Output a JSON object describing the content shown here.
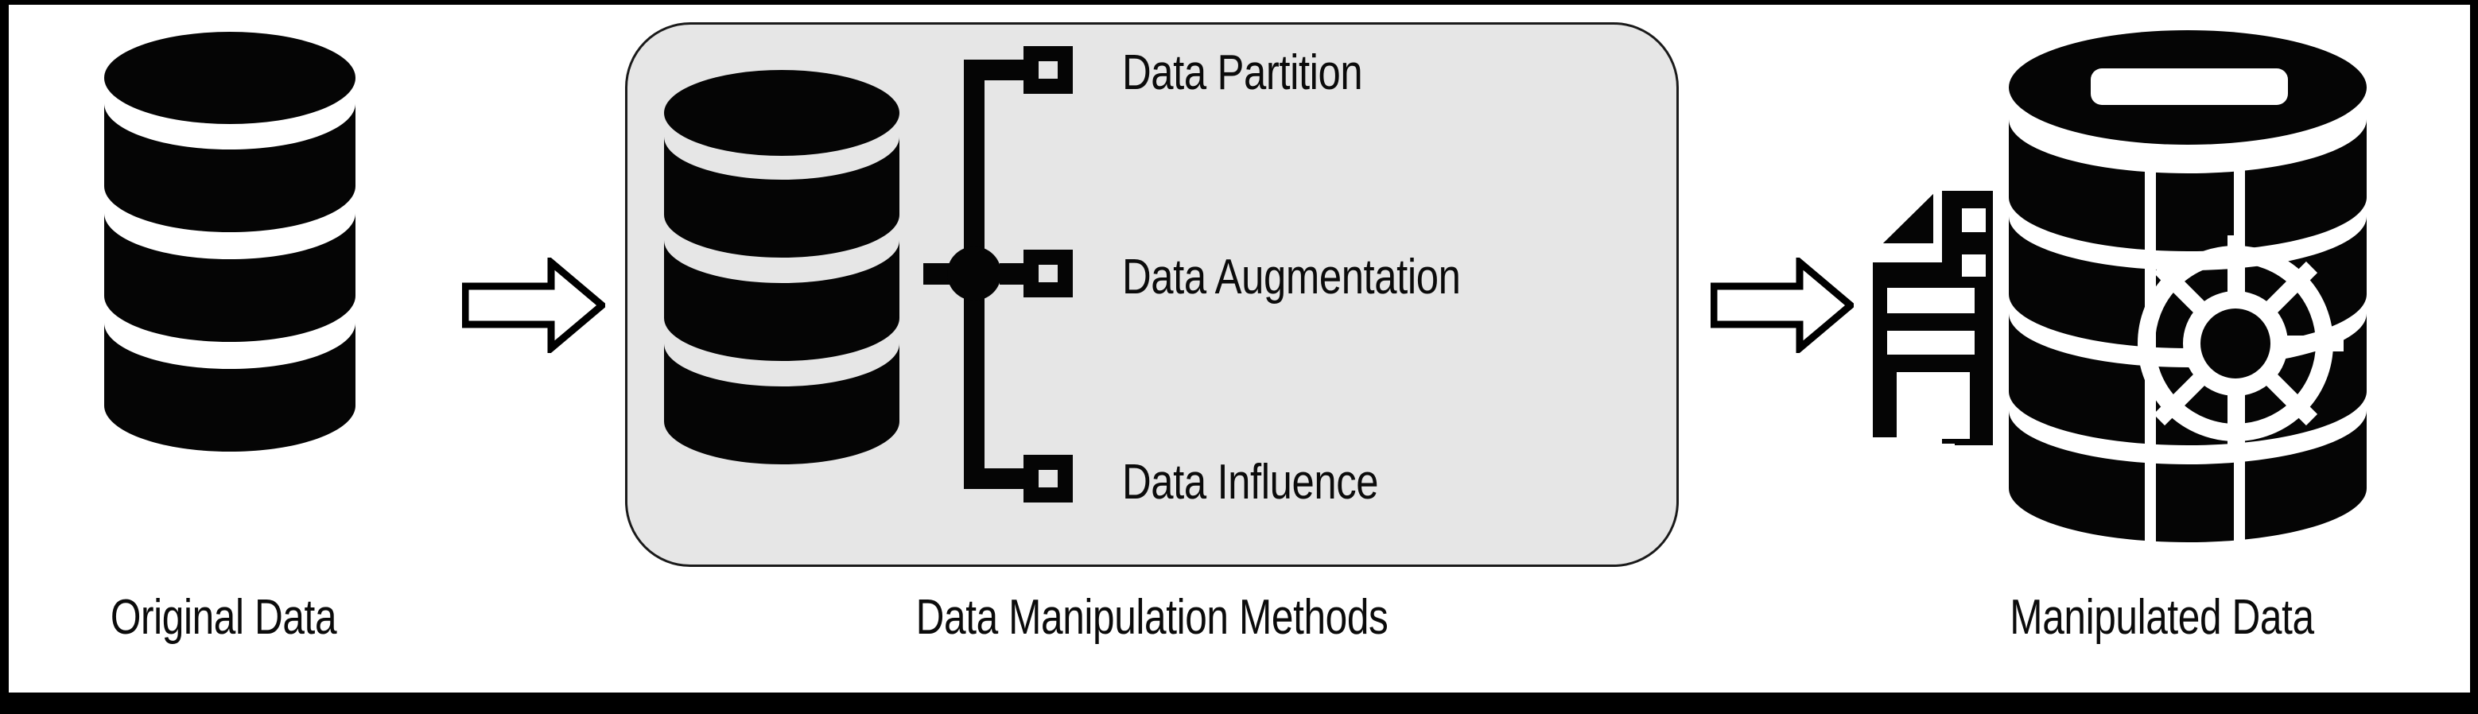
{
  "figure": {
    "type": "diagram",
    "description": "Data manipulation pipeline: original data is processed by data manipulation methods to produce manipulated data",
    "frame_border_color": "#000000",
    "background_color": "#ffffff"
  },
  "sections": [
    {
      "id": "original-data",
      "caption": "Original Data",
      "icon": "database-cylinder-icon"
    },
    {
      "id": "data-manipulation-methods",
      "caption": "Data Manipulation Methods",
      "icon": "database-cylinder-icon",
      "panel_fill": "#e6e6e6",
      "panel_border": "#1a1a1a",
      "branches": [
        {
          "id": "data-partition",
          "label": "Data Partition",
          "node_icon": "square-node-icon"
        },
        {
          "id": "data-augmentation",
          "label": "Data Augmentation",
          "node_icon": "square-node-icon"
        },
        {
          "id": "data-influence",
          "label": "Data Influence",
          "node_icon": "square-node-icon"
        }
      ],
      "hub_icon": "circle-hub-icon"
    },
    {
      "id": "manipulated-data",
      "caption": "Manipulated Data",
      "icon": "database-gear-document-icon"
    }
  ],
  "arrows": [
    {
      "id": "arrow-original-to-methods",
      "icon": "block-arrow-right-icon",
      "fill": "#ffffff",
      "stroke": "#000000"
    },
    {
      "id": "arrow-methods-to-manipulated",
      "icon": "block-arrow-right-icon",
      "fill": "#ffffff",
      "stroke": "#000000"
    }
  ],
  "colors": {
    "ink": "#0b0b0b",
    "panel": "#e6e6e6",
    "white": "#ffffff",
    "black": "#000000"
  }
}
